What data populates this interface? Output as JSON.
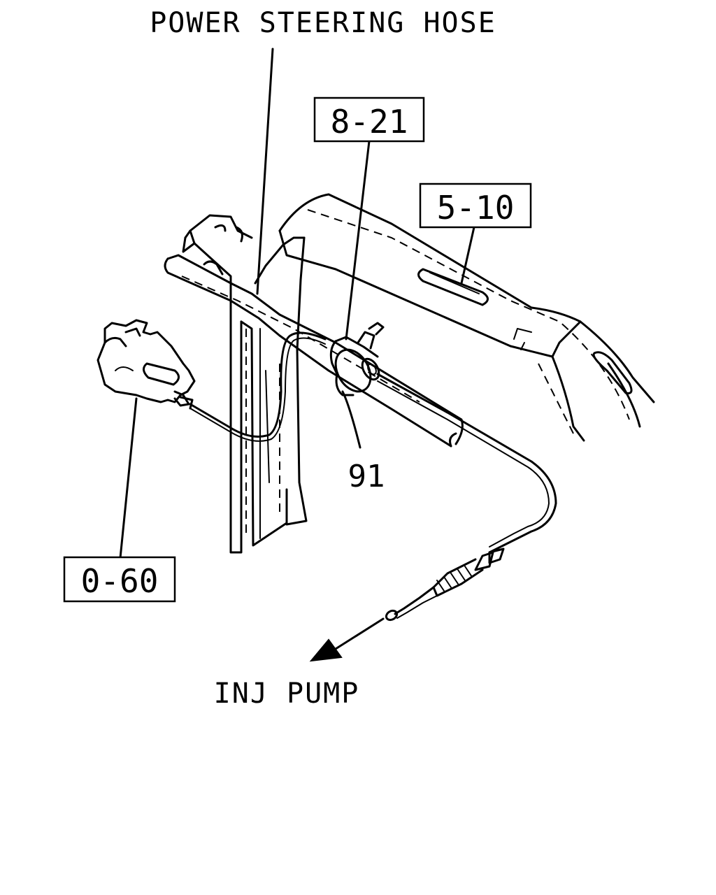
{
  "labels": {
    "power_steering_hose": "POWER STEERING HOSE",
    "inj_pump": "INJ PUMP",
    "ref_8_21": "8-21",
    "ref_5_10": "5-10",
    "ref_0_60": "0-60",
    "part_91": "91"
  }
}
